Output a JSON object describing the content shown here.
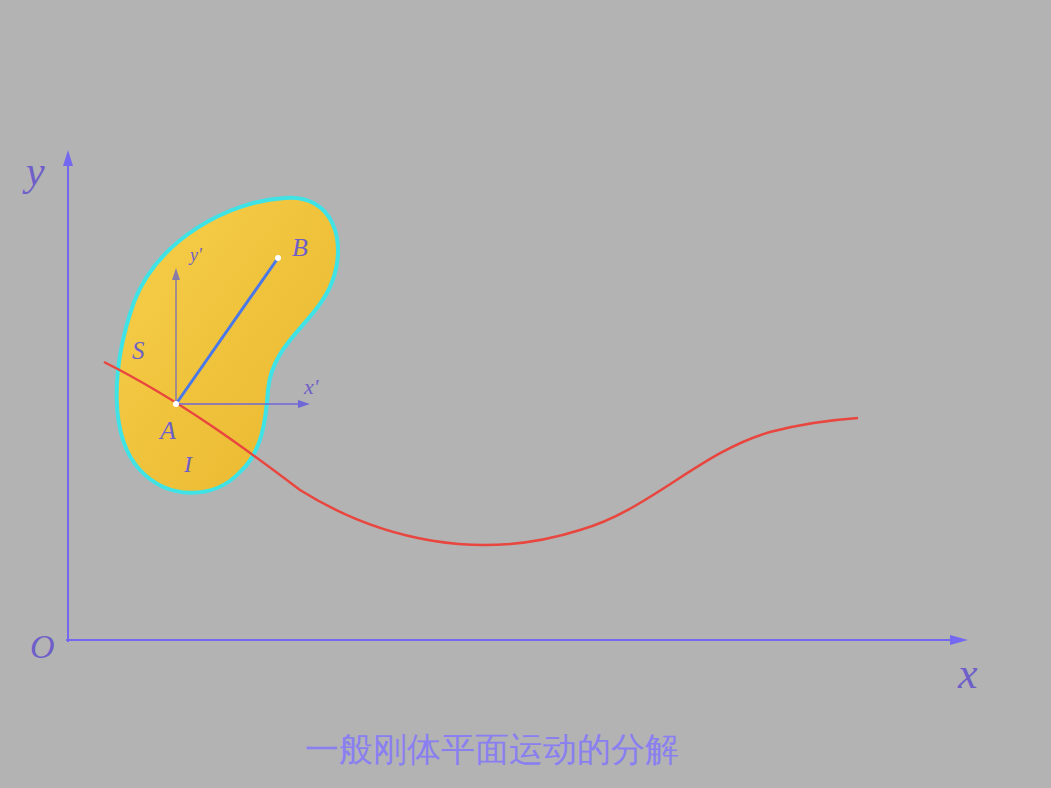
{
  "diagram": {
    "caption": "一般刚体平面运动的分解",
    "labels": [
      "y",
      "O",
      "x",
      "y'",
      "x'",
      "B",
      "S",
      "A",
      "I"
    ]
  }
}
